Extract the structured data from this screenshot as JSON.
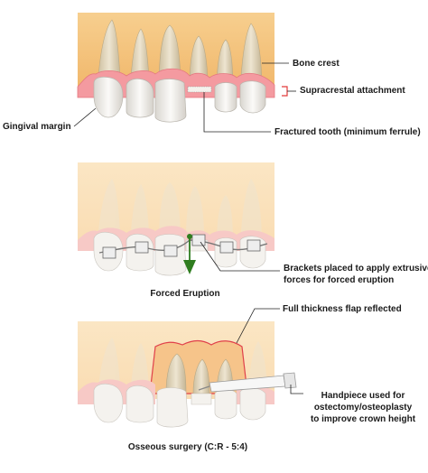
{
  "panels": [
    {
      "labels": {
        "bone_crest": "Bone crest",
        "supracrestal_attachment": "Supracrestal attachment",
        "gingival_margin": "Gingival margin",
        "fractured_tooth": "Fractured tooth (minimum ferrule)"
      }
    },
    {
      "labels": {
        "brackets_line1": "Brackets placed to apply extrusive",
        "brackets_line2": "forces for forced eruption"
      },
      "caption": "Forced Eruption"
    },
    {
      "labels": {
        "flap": "Full thickness flap reflected",
        "handpiece_line1": "Handpiece used for",
        "handpiece_line2": "ostectomy/osteoplasty",
        "handpiece_line3": "to improve crown height"
      },
      "caption": "Osseous surgery (C:R - 5:4)"
    }
  ],
  "colors": {
    "bone": "#f4c27f",
    "gingiva": "#f49aa0",
    "tooth": "#ece9e3",
    "root": "#d8c9ac",
    "arrow": "#2f7d1f",
    "flap_outline": "#e0404a"
  }
}
